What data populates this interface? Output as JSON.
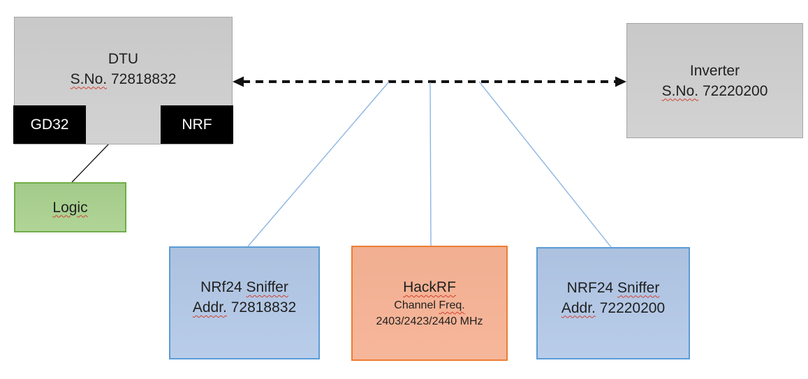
{
  "diagram": {
    "dtu": {
      "title": "DTU",
      "serial_label": "S.No.",
      "serial_value": " 72818832"
    },
    "gd32": {
      "label": "GD32"
    },
    "nrf": {
      "label": "NRF"
    },
    "logic": {
      "label": "Logic"
    },
    "inverter": {
      "title": "Inverter",
      "serial_label": "S.No.",
      "serial_value": " 72220200"
    },
    "sniffer_left": {
      "name_prefix": "NRf24 ",
      "name_wavy": "Sniffer",
      "addr_label": "Addr.",
      "addr_value": " 72818832"
    },
    "hackrf": {
      "title": "HackRF",
      "freq_label_prefix": "Channel ",
      "freq_label_wavy": "Freq.",
      "freq_values": "2403/2423/2440 MHz"
    },
    "sniffer_right": {
      "name_prefix": "NRF24 ",
      "name_wavy": "Sniffer",
      "addr_label": "Addr.",
      "addr_value": " 72220200"
    }
  },
  "colors": {
    "gray_fill": "#CFCFCF",
    "gray_border": "#A6A6A6",
    "black_fill": "#000000",
    "green_fill": "#A9D18E",
    "green_border": "#70AD47",
    "blue_fill": "#B3C9E8",
    "blue_border": "#5B9BD5",
    "orange_fill": "#F6B294",
    "orange_border": "#ED7D31",
    "connector_blue": "#8EB4E3",
    "arrow_black": "#111111",
    "squiggle_red": "#D23F31"
  }
}
